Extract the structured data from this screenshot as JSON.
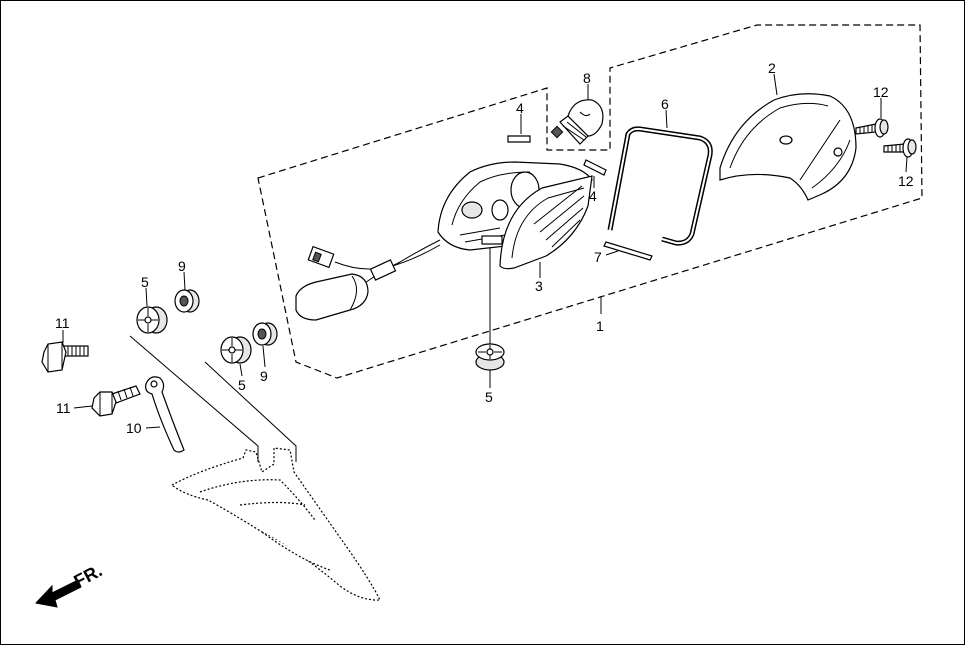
{
  "diagram": {
    "callouts": {
      "c1": "1",
      "c2": "2",
      "c3": "3",
      "c4a": "4",
      "c4b": "4",
      "c5a": "5",
      "c5b": "5",
      "c5c": "5",
      "c6": "6",
      "c7": "7",
      "c8": "8",
      "c9a": "9",
      "c9b": "9",
      "c10": "10",
      "c11a": "11",
      "c11b": "11",
      "c12a": "12",
      "c12b": "12"
    },
    "direction_label": "FR."
  },
  "colors": {
    "line": "#000000",
    "background": "#ffffff"
  }
}
